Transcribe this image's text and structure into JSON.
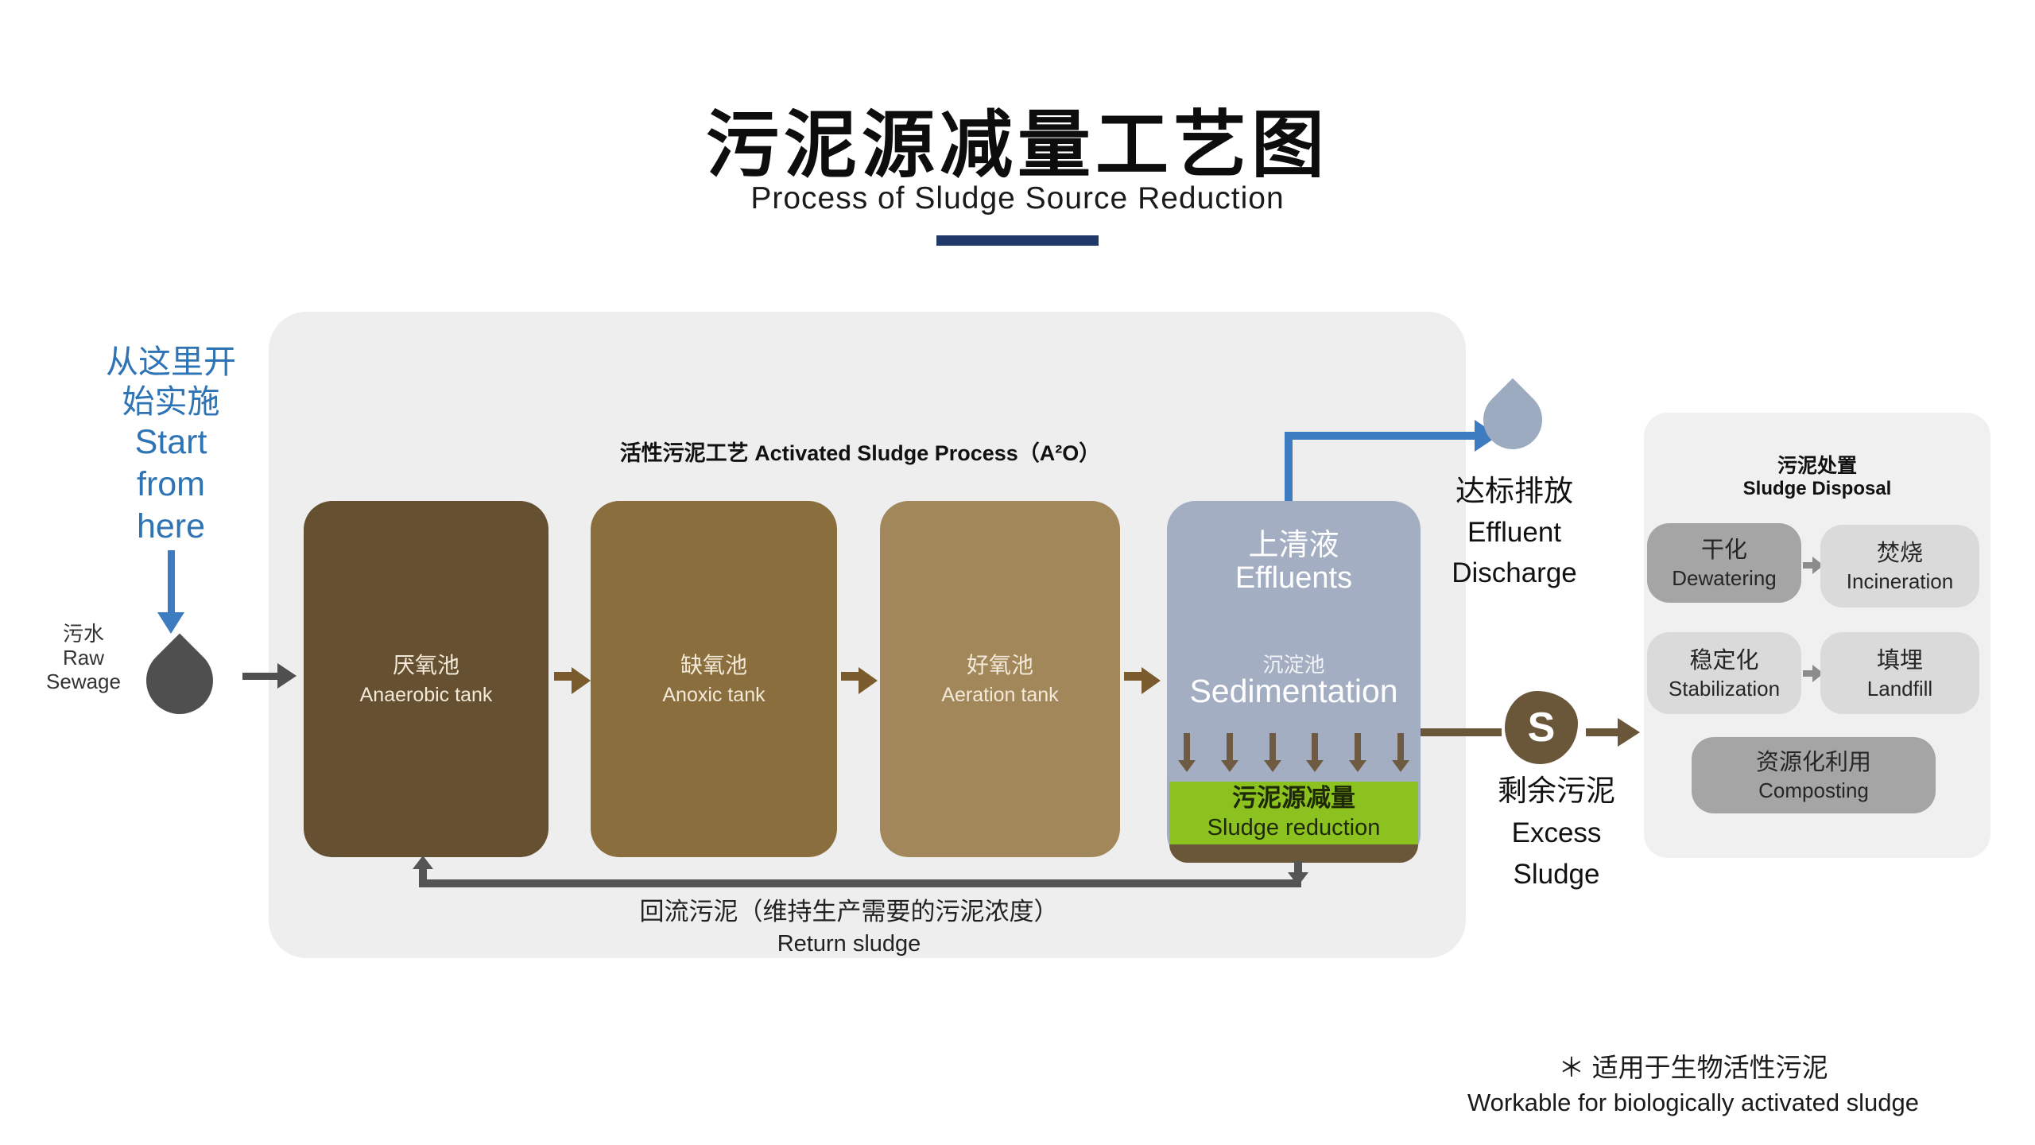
{
  "title": {
    "zh": "污泥源减量工艺图",
    "en": "Process of Sludge Source Reduction"
  },
  "colors": {
    "accent_blue": "#2e74b5",
    "navy_bar": "#1f3a68",
    "panel_gray": "#efeeef",
    "tank_anaerobic": "#655031",
    "tank_anoxic": "#8a6e3d",
    "tank_aeration": "#a2875a",
    "sedimentation": "#a3aec3",
    "reduction_green": "#8cc21f",
    "sludge_brown": "#6a5639",
    "flow_gray": "#4f4f4f",
    "box_dark_gray": "#a5a5a5",
    "box_light_gray": "#dadada"
  },
  "start": {
    "lines": [
      "从这里开",
      "始实施",
      "Start",
      "from",
      "here"
    ]
  },
  "raw_sewage": {
    "zh": "污水",
    "en1": "Raw",
    "en2": "Sewage"
  },
  "process_label": {
    "text": "活性污泥工艺 Activated Sludge Process（A²O）"
  },
  "tanks": [
    {
      "zh": "厌氧池",
      "en": "Anaerobic tank"
    },
    {
      "zh": "缺氧池",
      "en": "Anoxic tank"
    },
    {
      "zh": "好氧池",
      "en": "Aeration tank"
    }
  ],
  "sedimentation": {
    "supernatant_zh": "上清液",
    "supernatant_en": "Effluents",
    "zh": "沉淀池",
    "en": "Sedimentation",
    "reduction_zh": "污泥源减量",
    "reduction_en": "Sludge reduction"
  },
  "effluent_discharge": {
    "zh": "达标排放",
    "en1": "Effluent",
    "en2": "Discharge"
  },
  "excess_sludge": {
    "icon_letter": "S",
    "zh": "剩余污泥",
    "en1": "Excess",
    "en2": "Sludge"
  },
  "disposal": {
    "header_zh": "污泥处置",
    "header_en": "Sludge Disposal",
    "boxes": [
      {
        "zh": "干化",
        "en": "Dewatering"
      },
      {
        "zh": "焚烧",
        "en": "Incineration"
      },
      {
        "zh": "稳定化",
        "en": "Stabilization"
      },
      {
        "zh": "填埋",
        "en": "Landfill"
      },
      {
        "zh": "资源化利用",
        "en": "Composting"
      }
    ]
  },
  "return_sludge": {
    "zh": "回流污泥（维持生产需要的污泥浓度）",
    "en": "Return sludge"
  },
  "footnote": {
    "zh": "＊ 适用于生物活性污泥",
    "en": "Workable for biologically activated sludge"
  }
}
